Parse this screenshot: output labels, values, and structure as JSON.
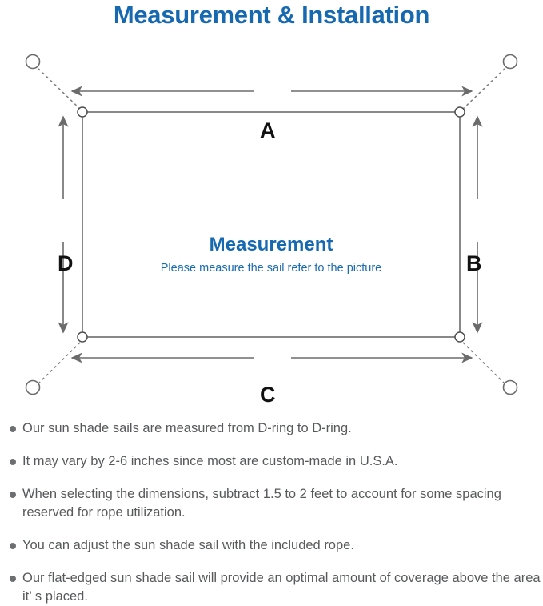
{
  "header": {
    "title": "Measurement & Installation",
    "title_color": "#1669B0"
  },
  "diagram": {
    "center_title": "Measurement",
    "center_subtitle": "Please measure the sail refer to the picture",
    "center_title_color": "#1669B0",
    "center_subtitle_color": "#1A6CAF",
    "line_color": "#6B6B6B",
    "dimension_labels": {
      "top": "A",
      "right": "B",
      "bottom": "C",
      "left": "D"
    },
    "d_ring_count": 4,
    "anchor_point_count": 4,
    "shape": "rectangle"
  },
  "notes": [
    "Our sun shade sails are measured from D-ring to D-ring.",
    "It may vary by 2-6 inches since most are custom-made in U.S.A.",
    "When selecting the dimensions, subtract 1.5 to 2 feet to account for some spacing reserved for rope utilization.",
    "You can adjust the sun shade sail with the included rope.",
    "Our flat-edged sun shade sail will provide an optimal amount of coverage above the area it’ s placed."
  ]
}
